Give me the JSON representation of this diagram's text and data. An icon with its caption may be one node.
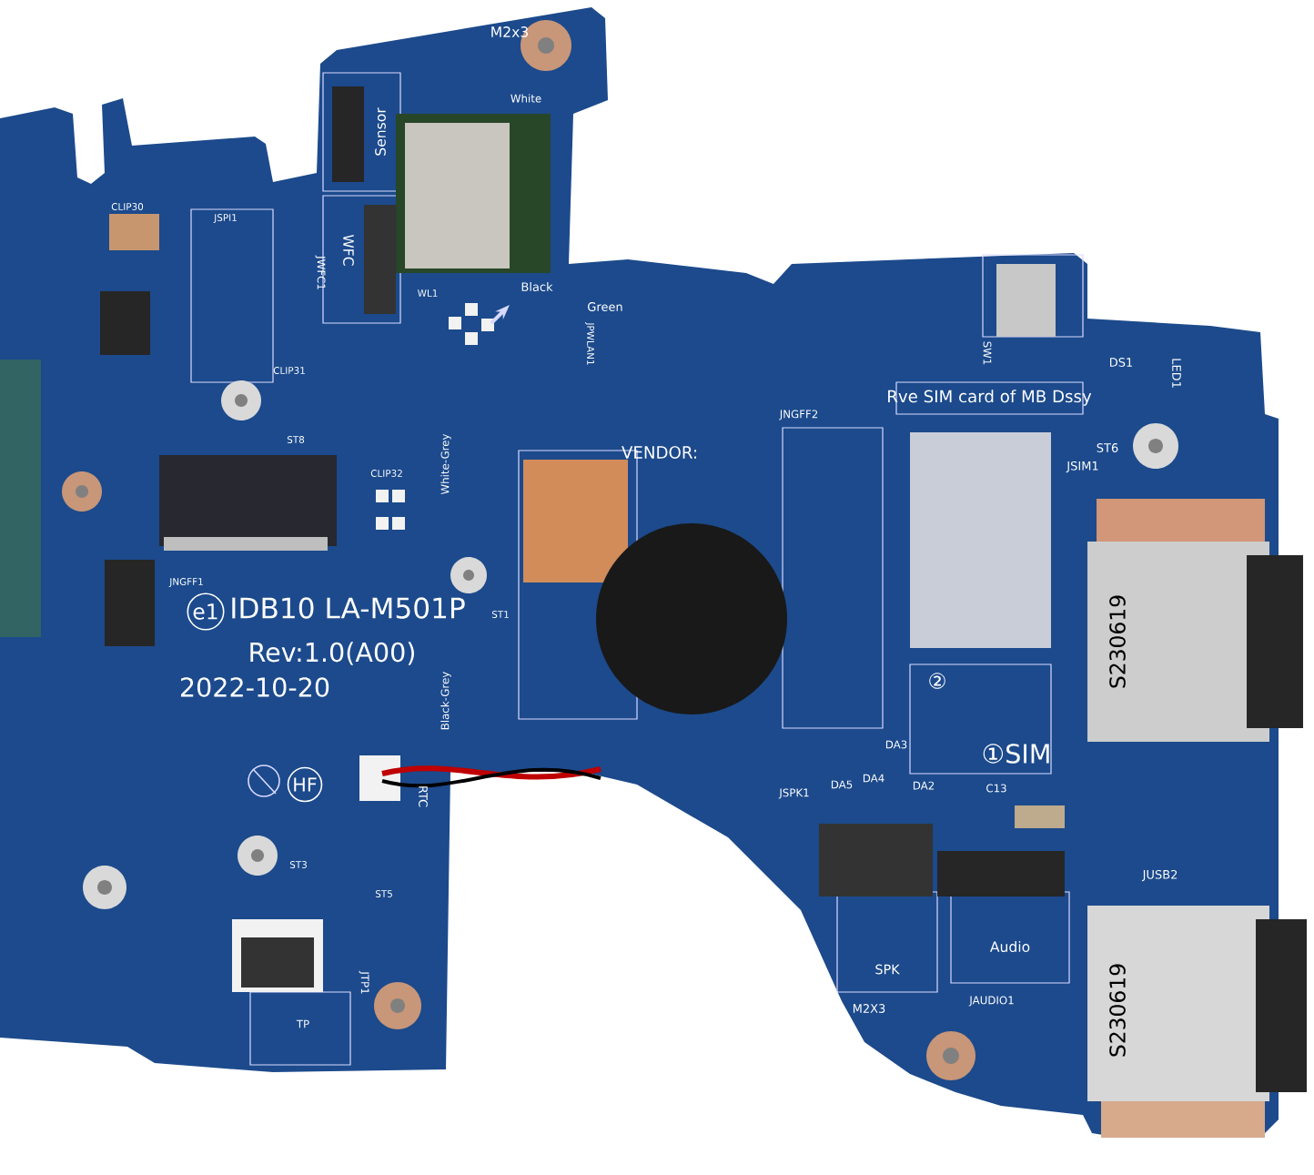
{
  "diagram": {
    "labels": [
      "M2x3",
      "Sensor",
      "WFC",
      "JWFC1",
      "White",
      "WL1",
      "Black",
      "Green",
      "JPWLAN1",
      "CLIP30",
      "JSPI1",
      "CLIP31",
      "ST8",
      "CLIP32",
      "White-Grey",
      "JNGFF1",
      "IDB10 LA-M501P",
      "Rev:1.0(A00)",
      "2022-10-20",
      "ST1",
      "Black-Grey",
      "RTC",
      "ST3",
      "ST5",
      "TP",
      "JTP1",
      "VENDOR:",
      "JNGFF2",
      "Rve SIM card of MB Dssy",
      "SW1",
      "DS1",
      "LED1",
      "ST6",
      "JSIM1",
      "S230619",
      "②",
      "①SIM",
      "DA3",
      "JSPK1",
      "DA5",
      "DA4",
      "DA2",
      "C13",
      "SPK",
      "Audio",
      "JUSB2",
      "M2X3",
      "JAUDIO1",
      "S230619",
      "e1",
      "HF"
    ]
  }
}
